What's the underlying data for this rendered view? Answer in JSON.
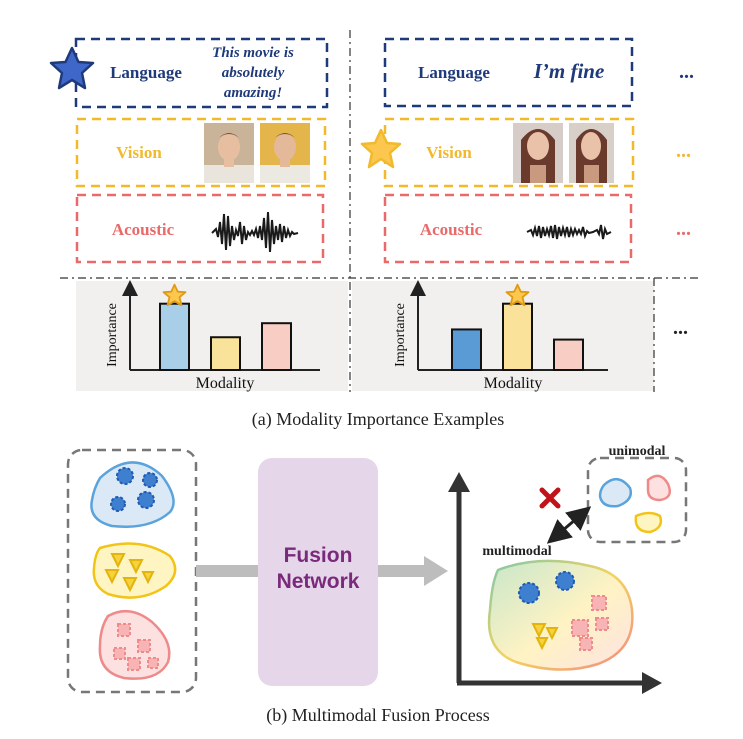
{
  "panel_a": {
    "caption": "(a) Modality Importance Examples",
    "ellipsis": "...",
    "left": {
      "language_label": "Language",
      "language_text_1": "This movie is",
      "language_text_2": "absolutely",
      "language_text_3": "amazing!",
      "vision_label": "Vision",
      "acoustic_label": "Acoustic",
      "highlighted_modality": "Language"
    },
    "right": {
      "language_label": "Language",
      "language_text": "I’m fine",
      "vision_label": "Vision",
      "acoustic_label": "Acoustic",
      "highlighted_modality": "Vision"
    }
  },
  "chart_data": [
    {
      "type": "bar",
      "categories": [
        "Language",
        "Vision",
        "Acoustic"
      ],
      "values": [
        0.85,
        0.42,
        0.6
      ],
      "xlabel": "Modality",
      "ylabel": "Importance",
      "ylim": [
        0,
        1
      ],
      "colors": [
        "#a9cfe8",
        "#f9e29a",
        "#f8cdc3"
      ]
    },
    {
      "type": "bar",
      "categories": [
        "Language",
        "Vision",
        "Acoustic"
      ],
      "values": [
        0.52,
        0.85,
        0.39
      ],
      "xlabel": "Modality",
      "ylabel": "Importance",
      "ylim": [
        0,
        1
      ],
      "colors": [
        "#5b9bd5",
        "#fbe29b",
        "#f8cdc3"
      ]
    }
  ],
  "panel_b": {
    "caption": "(b) Multimodal Fusion Process",
    "fusion_line_1": "Fusion",
    "fusion_line_2": "Network",
    "unimodal_label": "unimodal",
    "multimodal_label": "multimodal"
  },
  "colors": {
    "language": "#1f3a7a",
    "vision": "#f2b92c",
    "acoustic": "#ea6a6a",
    "fusion_text": "#7a2a7a",
    "fusion_fill": "#e6d6ea"
  }
}
